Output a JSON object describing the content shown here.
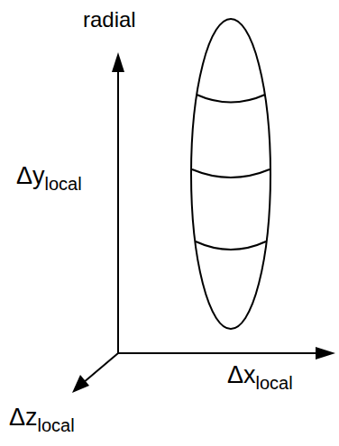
{
  "diagram": {
    "labels": [
      "radial",
      "Δylocal",
      "Δxlocal",
      "Δzlocal"
    ]
  }
}
